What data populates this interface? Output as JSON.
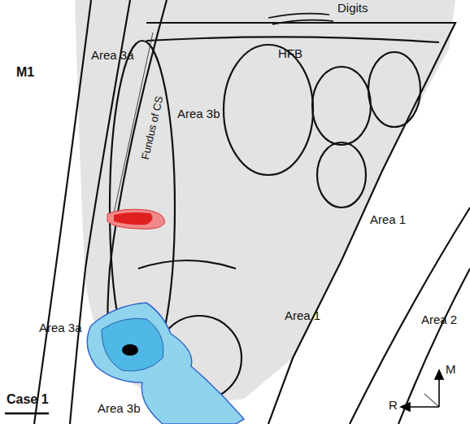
{
  "diagram": {
    "labels": [
      "Digits",
      "HFB",
      "Fundus of CS",
      "M1",
      "Area 3a",
      "Area 3b",
      "Area 1",
      "Area 2",
      "Area 3a",
      "Area 1",
      "Area 3b",
      "Case 1",
      "M",
      "R"
    ]
  }
}
